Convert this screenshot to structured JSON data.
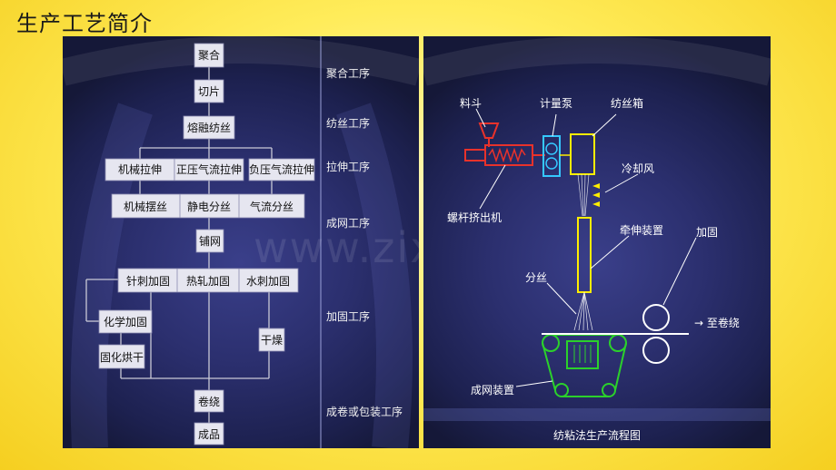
{
  "page": {
    "title": "生产工艺简介",
    "watermark": "www.zixin.com.cn"
  },
  "process_flow": {
    "nodes": {
      "juhe": "聚合",
      "qiepian": "切片",
      "rongrong": "熔融纺丝",
      "jixie_lashen": "机械拉伸",
      "zhengya": "正压气流拉伸",
      "fuya": "负压气流拉伸",
      "jixie_baisi": "机械摆丝",
      "jingdian": "静电分丝",
      "qiliu": "气流分丝",
      "puwang": "铺网",
      "zhenci": "针刺加固",
      "rezha": "热轧加固",
      "shuici": "水刺加固",
      "huaxue": "化学加固",
      "guhua": "固化烘干",
      "ganzao": "干燥",
      "juanrao": "卷绕",
      "chengpin": "成品"
    },
    "stages": [
      "聚合工序",
      "纺丝工序",
      "拉伸工序",
      "成网工序",
      "加固工序",
      "成卷或包装工序"
    ]
  },
  "spunlace_diagram": {
    "labels": {
      "liaodou": "料斗",
      "jiliangbeng": "计量泵",
      "fangsixiang": "纺丝箱",
      "lengquefeng": "冷却风",
      "luoganjichuji": "螺杆挤出机",
      "qianshenzhuangzhi": "牵伸装置",
      "jiagu": "加固",
      "fensi": "分丝",
      "zhijuanrao": "→ 至卷绕",
      "chengwangzhuangzhi": "成网装置"
    },
    "caption": "纺粘法生产流程图"
  },
  "colors": {
    "background": "#ffec5a",
    "panel": "#2b2f6e",
    "box_fill": "#e6e6f0",
    "line": "#c9c9d6",
    "yellow": "#ffee00",
    "red": "#e8322b",
    "green": "#2bd12b",
    "cyan": "#35c8ff"
  }
}
